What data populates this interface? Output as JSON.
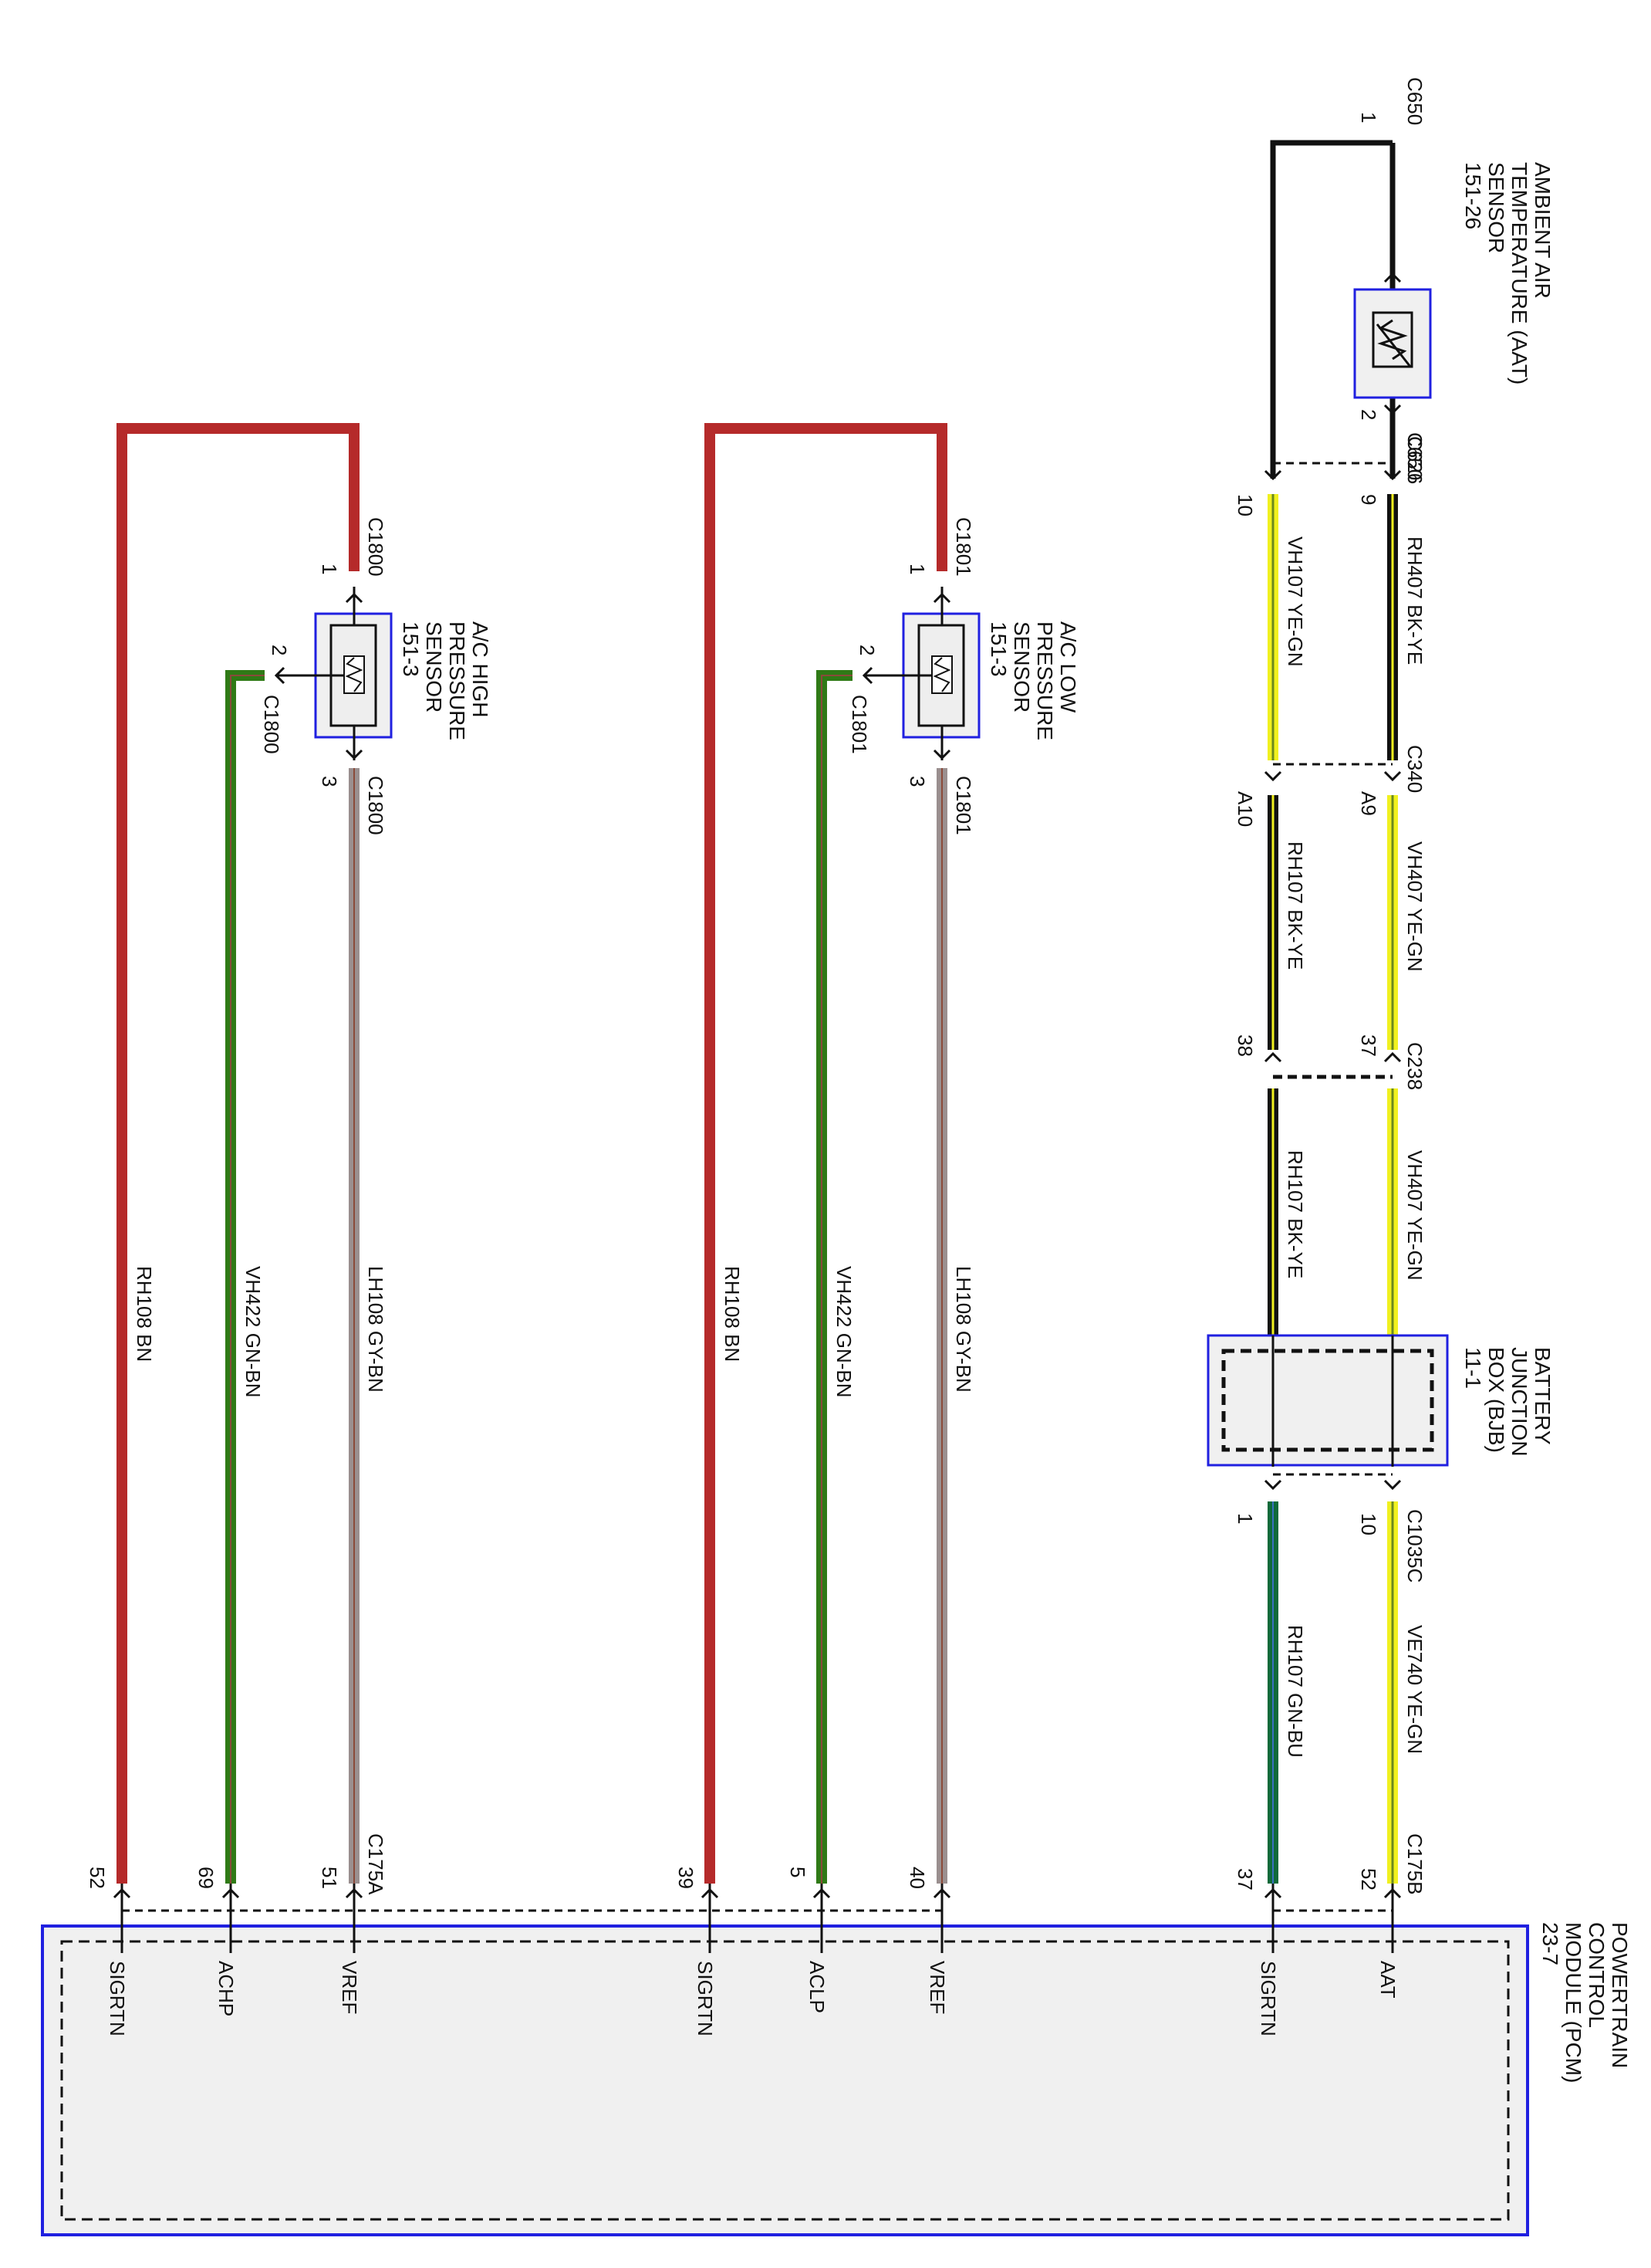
{
  "components": {
    "aat": {
      "lines": [
        "AMBIENT AIR",
        "TEMPERATURE (AAT)",
        "SENSOR",
        "151-26"
      ]
    },
    "bjb": {
      "lines": [
        "BATTERY",
        "JUNCTION",
        "BOX (BJB)",
        "11-1"
      ]
    },
    "pcm": {
      "lines": [
        "POWERTRAIN",
        "CONTROL",
        "MODULE (PCM)",
        "23-7"
      ]
    },
    "aclp": {
      "lines": [
        "A/C LOW",
        "PRESSURE",
        "SENSOR",
        "151-3"
      ]
    },
    "achp": {
      "lines": [
        "A/C HIGH",
        "PRESSURE",
        "SENSOR",
        "151-3"
      ]
    }
  },
  "connectors": {
    "c650_top": "C650",
    "c650_bot": "C650",
    "c626": "C626",
    "c340": "C340",
    "c238": "C238",
    "c1035c": "C1035C",
    "c175b": "C175B",
    "c1801_1": "C1801",
    "c1801_2": "C1801",
    "c1801_3": "C1801",
    "c1800_1": "C1800",
    "c1800_2": "C1800",
    "c1800_3": "C1800",
    "c175a": "C175A"
  },
  "pins": {
    "p650_1": "1",
    "p650_2": "2",
    "p626_9": "9",
    "p626_10": "10",
    "p340_a9": "A9",
    "p340_a10": "A10",
    "p238_37": "37",
    "p238_38": "38",
    "p1035_10": "10",
    "p1035_1": "1",
    "p175b_52": "52",
    "p175b_37": "37",
    "p1801_1": "1",
    "p1801_2": "2",
    "p1801_3": "3",
    "p175a_40": "40",
    "p175a_5": "5",
    "p175a_39": "39",
    "p1800_1": "1",
    "p1800_2": "2",
    "p1800_3": "3",
    "p175a_51": "51",
    "p175a_69": "69",
    "p175a_52": "52"
  },
  "wires": {
    "rh407": "RH407   BK-YE",
    "vh107": "VH107   YE-GN",
    "vh407a": "VH407   YE-GN",
    "rh107a": "RH107   BK-YE",
    "vh407b": "VH407   YE-GN",
    "rh107b": "RH107   BK-YE",
    "ve740": "VE740   YE-GN",
    "rh107c": "RH107   GN-BU",
    "lh108a": "LH108   GY-BN",
    "vh422a": "VH422   GN-BN",
    "rh108a": "RH108   BN",
    "lh108b": "LH108   GY-BN",
    "vh422b": "VH422   GN-BN",
    "rh108b": "RH108   BN"
  },
  "pcm_pins": {
    "aat": "AAT",
    "sigrtn1": "SIGRTN",
    "vref1": "VREF",
    "aclp": "ACLP",
    "sigrtn2": "SIGRTN",
    "vref2": "VREF",
    "achp": "ACHP",
    "sigrtn3": "SIGRTN"
  },
  "colors": {
    "black": "#111111",
    "yellow": "#f1f120",
    "red": "#b52a2a",
    "green": "#2f7a16",
    "dkgreen": "#0f6a3a",
    "grey": "#9a8f8f",
    "blue": "#2020e0",
    "box": "#f0f0f0"
  }
}
